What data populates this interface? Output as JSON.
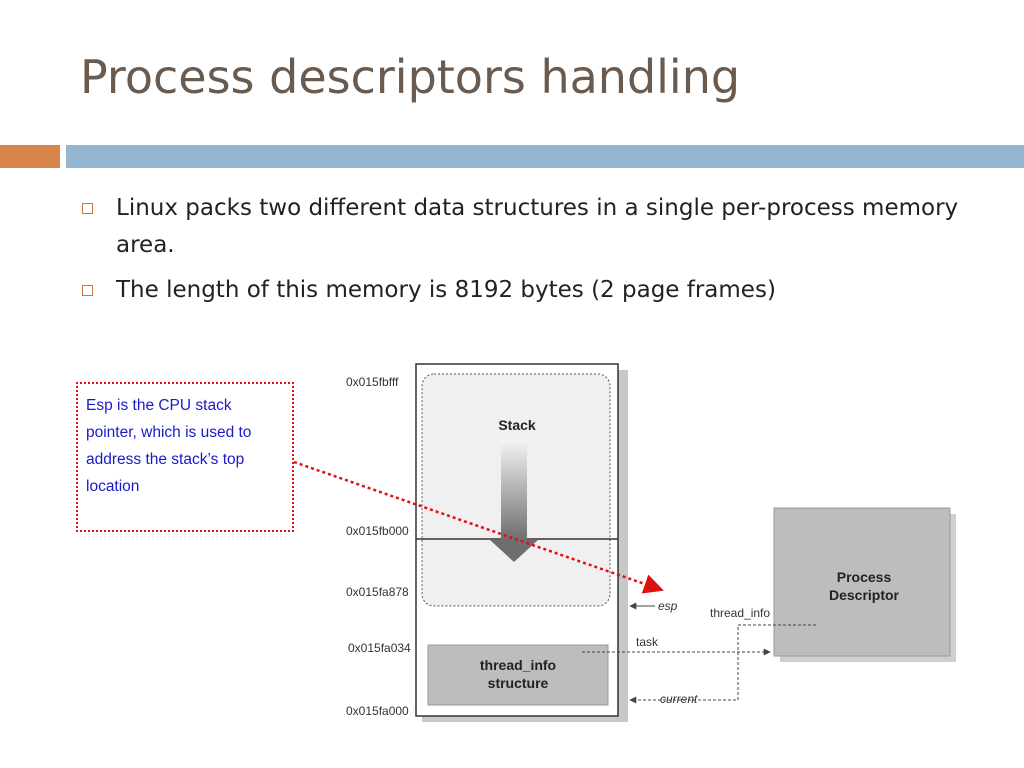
{
  "slide": {
    "title": "Process descriptors handling",
    "bullets": [
      "Linux packs two different data structures in a single per-process memory area.",
      "The length of this memory is 8192 bytes (2 page frames)"
    ],
    "callout": "Esp is the CPU stack pointer, which is used to address the stack’s top location"
  },
  "diagram": {
    "addresses": [
      "0x015fbfff",
      "0x015fb000",
      "0x015fa878",
      "0x015fa034",
      "0x015fa000"
    ],
    "stack_label": "Stack",
    "thread_info_label_1": "thread_info",
    "thread_info_label_2": "structure",
    "process_descriptor_1": "Process",
    "process_descriptor_2": "Descriptor",
    "pointer_esp": "esp",
    "pointer_task": "task",
    "pointer_current": "current",
    "pointer_thread_info": "thread_info"
  },
  "colors": {
    "title": "#6b5a4e",
    "orange_bar": "#d8844b",
    "blue_bar": "#93b6d2",
    "callout_border": "#e01010",
    "callout_text": "#1a1ac8",
    "gray_box": "#bdbdbd"
  }
}
